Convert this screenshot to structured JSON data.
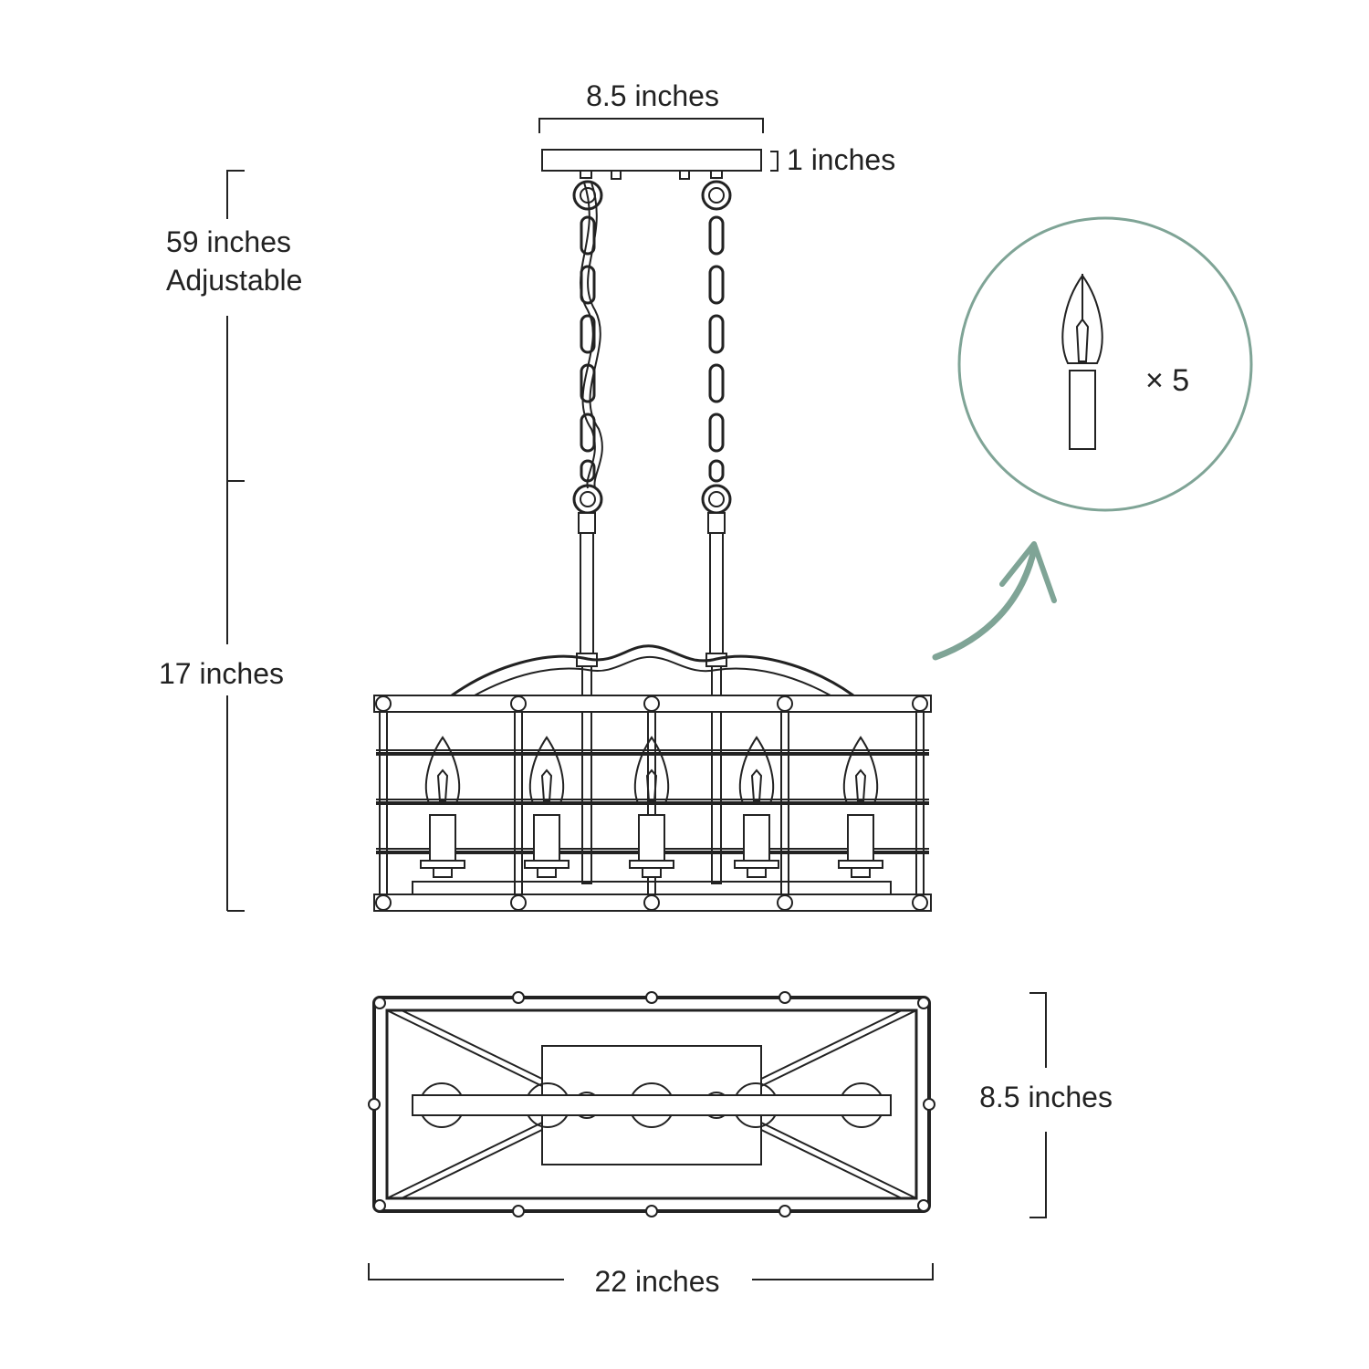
{
  "dimensions": {
    "canopy_width": "8.5 inches",
    "canopy_height": "1 inches",
    "chain_length_line1": "59 inches",
    "chain_length_line2": "Adjustable",
    "body_height": "17 inches",
    "body_depth": "8.5 inches",
    "body_length": "22 inches"
  },
  "bulb_callout": {
    "quantity": "× 5",
    "icon": "candelabra-bulb-icon"
  },
  "colors": {
    "line": "#222222",
    "accent": "#7fa496"
  }
}
